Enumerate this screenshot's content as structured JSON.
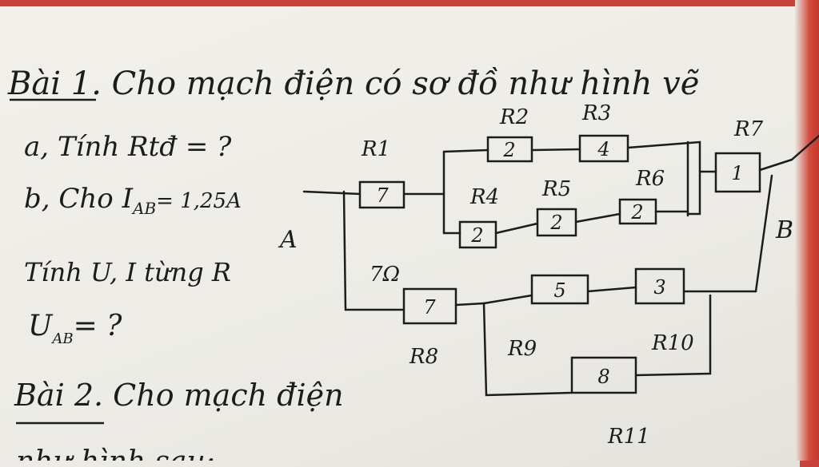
{
  "problem1": {
    "title": "Bài 1. Cho mạch điện có sơ đồ như hình vẽ",
    "part_a": "a, Tính Rtđ = ?",
    "part_b": "b, Cho I",
    "part_b_sub": "AB",
    "part_b_value": "= 1,25A",
    "part_b2": "Tính U, I từng R",
    "uab": "U",
    "uab_sub": "AB",
    "uab_rest": "= ?"
  },
  "problem2": {
    "title": "Bài 2. Cho mạch điện",
    "line2": "như hình sau:"
  },
  "circuit": {
    "node_a": "A",
    "node_b": "B",
    "resistors": [
      {
        "label": "R1",
        "value": "7"
      },
      {
        "label": "R2",
        "value": "2"
      },
      {
        "label": "R3",
        "value": "4"
      },
      {
        "label": "R4",
        "value": "2"
      },
      {
        "label": "R5",
        "value": "2"
      },
      {
        "label": "R6",
        "value": "2"
      },
      {
        "label": "R7",
        "value": "1"
      },
      {
        "label": "R8",
        "value": "7"
      },
      {
        "label": "R9",
        "value": "5"
      },
      {
        "label": "R10",
        "value": "3"
      },
      {
        "label": "R11",
        "value": "8"
      }
    ],
    "r8_note": "7Ω"
  }
}
